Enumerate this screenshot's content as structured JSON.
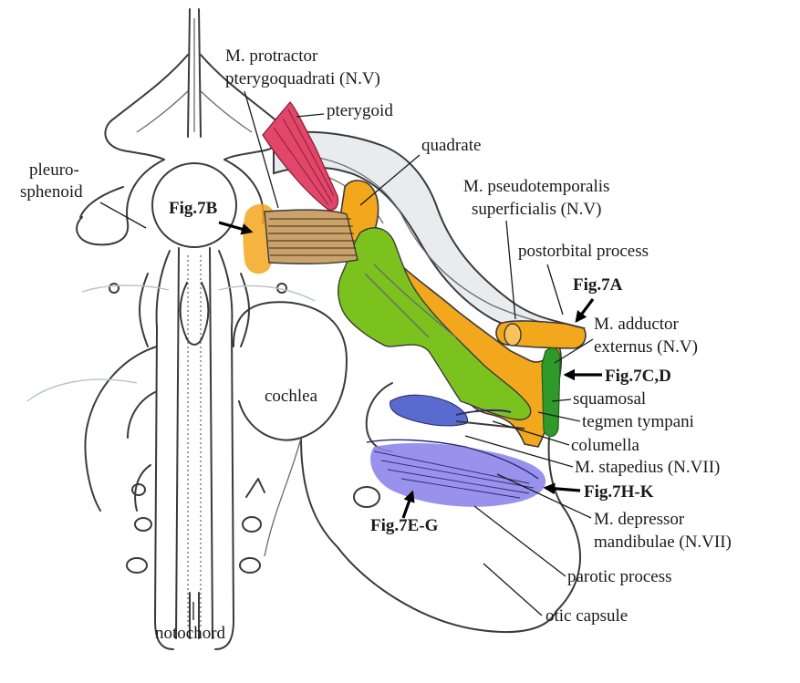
{
  "labels": {
    "protractor_line1": "M. protractor",
    "protractor_line2": "pterygoquadrati (N.V)",
    "pterygoid": "pterygoid",
    "quadrate": "quadrate",
    "pleuro_line1": "pleuro-",
    "pleuro_line2": "sphenoid",
    "pseudotemporalis_line1": "M. pseudotemporalis",
    "pseudotemporalis_line2": "superficialis (N.V)",
    "postorbital_process": "postorbital process",
    "adductor_line1": "M. adductor",
    "adductor_line2": "externus (N.V)",
    "cochlea": "cochlea",
    "squamosal": "squamosal",
    "tegmen_tympani": "tegmen tympani",
    "columella": "columella",
    "stapedius": "M. stapedius (N.VII)",
    "depressor_line1": "M. depressor",
    "depressor_line2": "mandibulae (N.VII)",
    "parotic_process": "parotic process",
    "otic_capsule": "otic capsule",
    "notochord": "notochord"
  },
  "figure_refs": {
    "fig7b": "Fig.7B",
    "fig7a": "Fig.7A",
    "fig7cd": "Fig.7C,D",
    "fig7hk": "Fig.7H-K",
    "fig7eg": "Fig.7E-G"
  },
  "colors": {
    "pterygoid_muscle": "#e0476a",
    "quadrate_bone": "#f2a71d",
    "adductor_muscle": "#7cc21e",
    "adductor_dark": "#2f9a2a",
    "depressor_muscle": "#7a6fe0",
    "stapedius_muscle": "#5a6bd0",
    "outline": "#3a3a3a"
  }
}
